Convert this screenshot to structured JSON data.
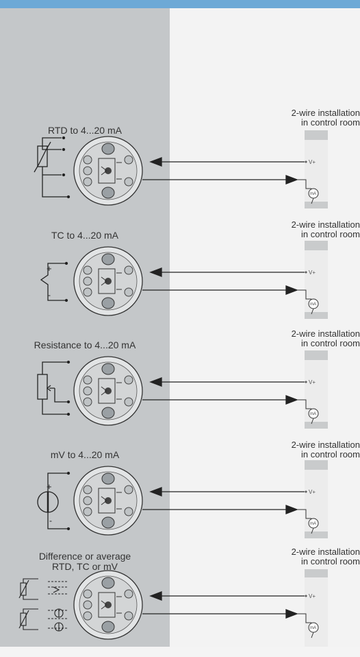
{
  "sections": [
    {
      "title": "RTD to 4...20 mA",
      "sensor": "rtd-sensor-icon",
      "install": [
        "2-wire installation",
        "in control room"
      ]
    },
    {
      "title": "TC to 4...20 mA",
      "sensor": "thermocouple-sensor-icon",
      "install": [
        "2-wire installation",
        "in control room"
      ]
    },
    {
      "title": "Resistance to 4...20 mA",
      "sensor": "potentiometer-sensor-icon",
      "install": [
        "2-wire installation",
        "in control room"
      ]
    },
    {
      "title": "mV to 4...20 mA",
      "sensor": "voltage-source-icon",
      "install": [
        "2-wire installation",
        "in control room"
      ]
    },
    {
      "title": [
        "Difference or average",
        "RTD, TC or mV"
      ],
      "sensor": "dual-sensor-icon",
      "install": [
        "2-wire installation",
        "in control room"
      ]
    }
  ],
  "labels": {
    "vplus": "V+",
    "meter": "mA"
  },
  "colors": {
    "topbar": "#6da9d6",
    "left_panel": "#c4c7c9",
    "right_panel": "#f3f3f3",
    "terminal": "#e2e4e5"
  }
}
